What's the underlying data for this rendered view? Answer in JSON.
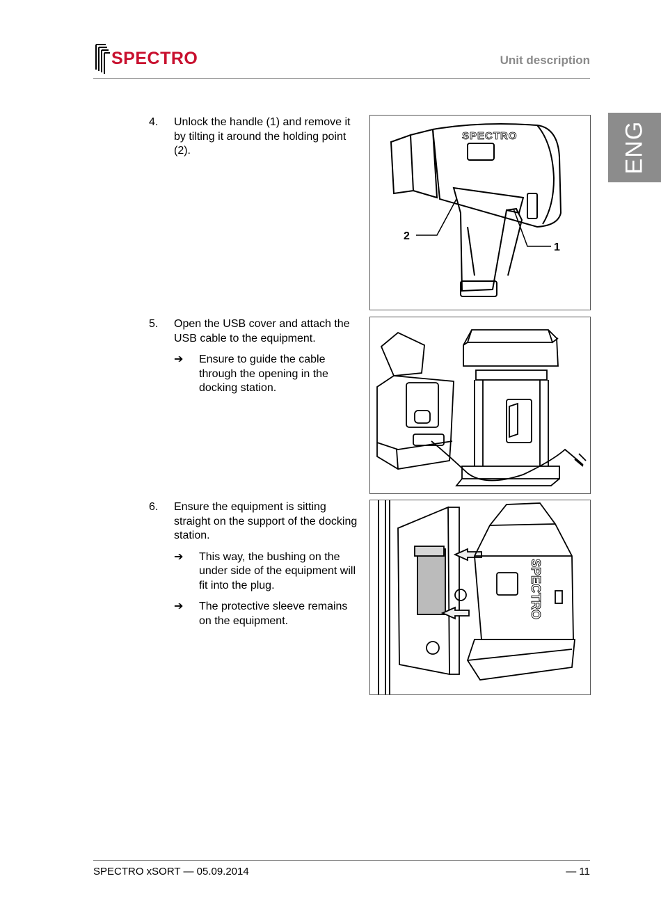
{
  "header": {
    "logo_text": "SPECTRO",
    "section_title": "Unit description"
  },
  "language_tab": "ENG",
  "steps": [
    {
      "number": "4.",
      "text": "Unlock the handle (1) and remove it by tilting it around the holding point (2).",
      "results": [],
      "figure": {
        "callouts": [
          "2",
          "1"
        ],
        "body_label": "SPECTRO"
      }
    },
    {
      "number": "5.",
      "text": "Open the USB cover and attach the USB cable to the equipment.",
      "results": [
        {
          "arrow": "➔",
          "text": "Ensure to guide the cable through the opening in the docking station."
        }
      ]
    },
    {
      "number": "6.",
      "text": "Ensure the equipment is sitting straight on the support of the docking station.",
      "results": [
        {
          "arrow": "➔",
          "text": "This way, the bushing on the under side of the equipment will fit into the plug."
        },
        {
          "arrow": "➔",
          "text": "The protective sleeve remains on the equipment."
        }
      ],
      "figure": {
        "body_label": "SPECTRO"
      }
    }
  ],
  "footer": {
    "left": "SPECTRO xSORT — 05.09.2014",
    "right": "— 11"
  },
  "colors": {
    "brand": "#c8102e",
    "tab_bg": "#8c8c8c",
    "rule": "#8a8a8a"
  }
}
